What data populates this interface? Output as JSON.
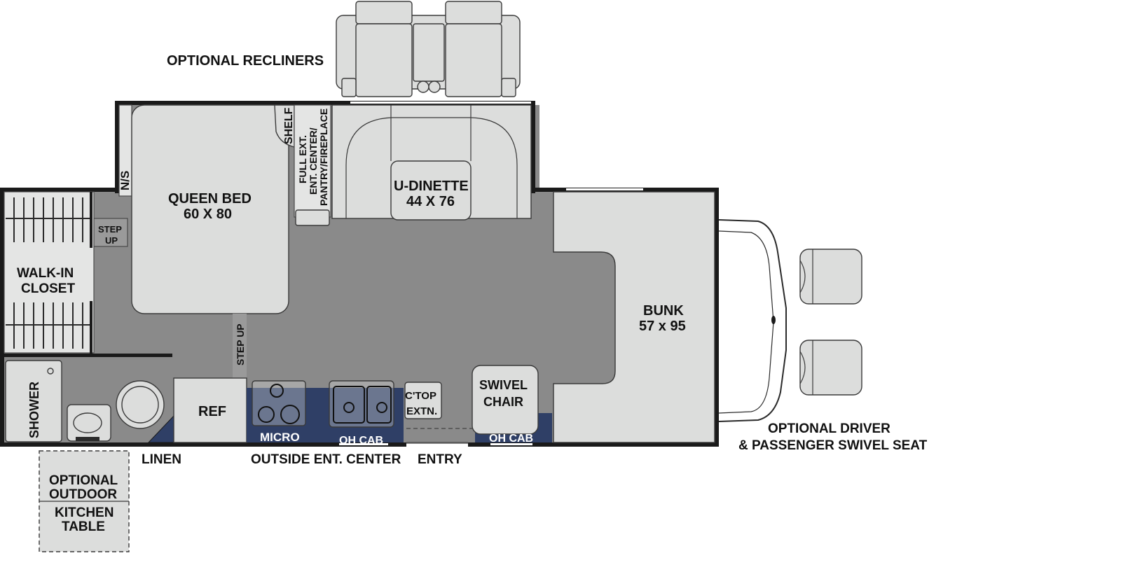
{
  "labels": {
    "optional_recliners": "OPTIONAL RECLINERS",
    "queen_bed_title": "QUEEN BED",
    "queen_bed_size": "60 X 80",
    "shelf": "SHELF",
    "pantry_line1": "FULL EXT.",
    "pantry_line2": "ENT. CENTER/",
    "pantry_line3": "PANTRY/FIREPLACE",
    "u_dinette_title": "U-DINETTE",
    "u_dinette_size": "44 X 76",
    "ns": "N/S",
    "step_up_top_1": "STEP",
    "step_up_top_2": "UP",
    "walk_in_1": "WALK-IN",
    "walk_in_2": "CLOSET",
    "step_up_side": "STEP UP",
    "bunk_title": "BUNK",
    "bunk_size": "57 x 95",
    "shower": "SHOWER",
    "ref": "REF",
    "micro": "MICRO",
    "oh_cab_1": "OH CAB",
    "ctop_1": "C'TOP",
    "ctop_2": "EXTN.",
    "swivel_1": "SWIVEL",
    "swivel_2": "CHAIR",
    "oh_cab_2": "OH CAB",
    "linen": "LINEN",
    "outside_ent": "OUTSIDE ENT. CENTER",
    "entry": "ENTRY",
    "opt_driver_1": "OPTIONAL DRIVER",
    "opt_driver_2": "& PASSENGER SWIVEL SEAT",
    "outdoor_1": "OPTIONAL",
    "outdoor_2": "OUTDOOR",
    "outdoor_3": "KITCHEN",
    "outdoor_4": "TABLE"
  },
  "colors": {
    "floor": "#8a8a8a",
    "furniture": "#dcdddc",
    "cabinet_blue": "#2f3f66",
    "wall": "#1a1a1a"
  }
}
